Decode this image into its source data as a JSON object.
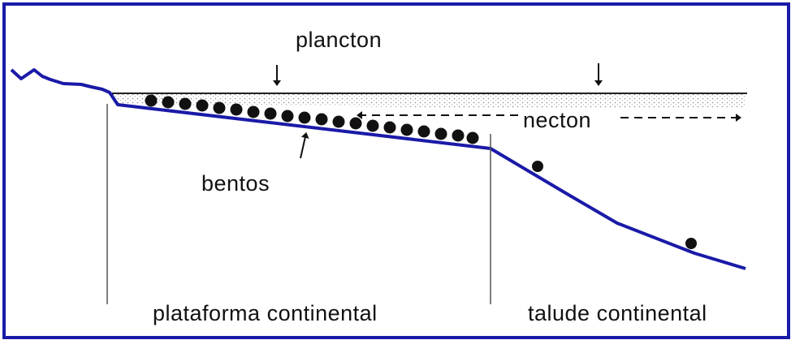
{
  "labels": {
    "plankton": "plancton",
    "nekton": "necton",
    "benthos": "bentos",
    "shelf": "plataforma continental",
    "slope": "talude continental"
  },
  "colors": {
    "frame": "#1a1aa8",
    "seafloor": "#1a1aa8",
    "ink": "#111111",
    "stipple": "#8a8a8a"
  }
}
